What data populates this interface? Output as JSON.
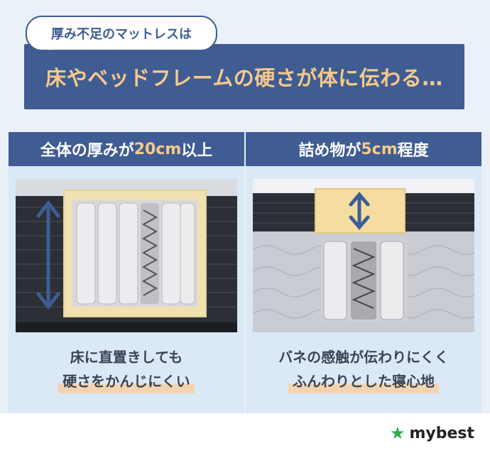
{
  "bubble": {
    "text": "厚み不足のマットレスは"
  },
  "banner": {
    "title": "床やベッドフレームの硬さが体に伝わる…"
  },
  "left_panel": {
    "header_pre": "全体の厚みが",
    "header_hl": "20cm",
    "header_post": "以上",
    "caption_line1": "床に直置きしても",
    "caption_line2": "硬さをかんじにくい"
  },
  "right_panel": {
    "header_pre": "詰め物が",
    "header_hl": "5cm",
    "header_post": "程度",
    "caption_line1": "バネの感触が伝わりにくく",
    "caption_line2": "ふんわりとした寝心地"
  },
  "logo": {
    "text": "mybest",
    "icon": "star-icon"
  },
  "colors": {
    "navy": "#3f5d93",
    "accent": "#f6c98a",
    "highlight": "#f3d4b0",
    "green": "#2fae46"
  }
}
